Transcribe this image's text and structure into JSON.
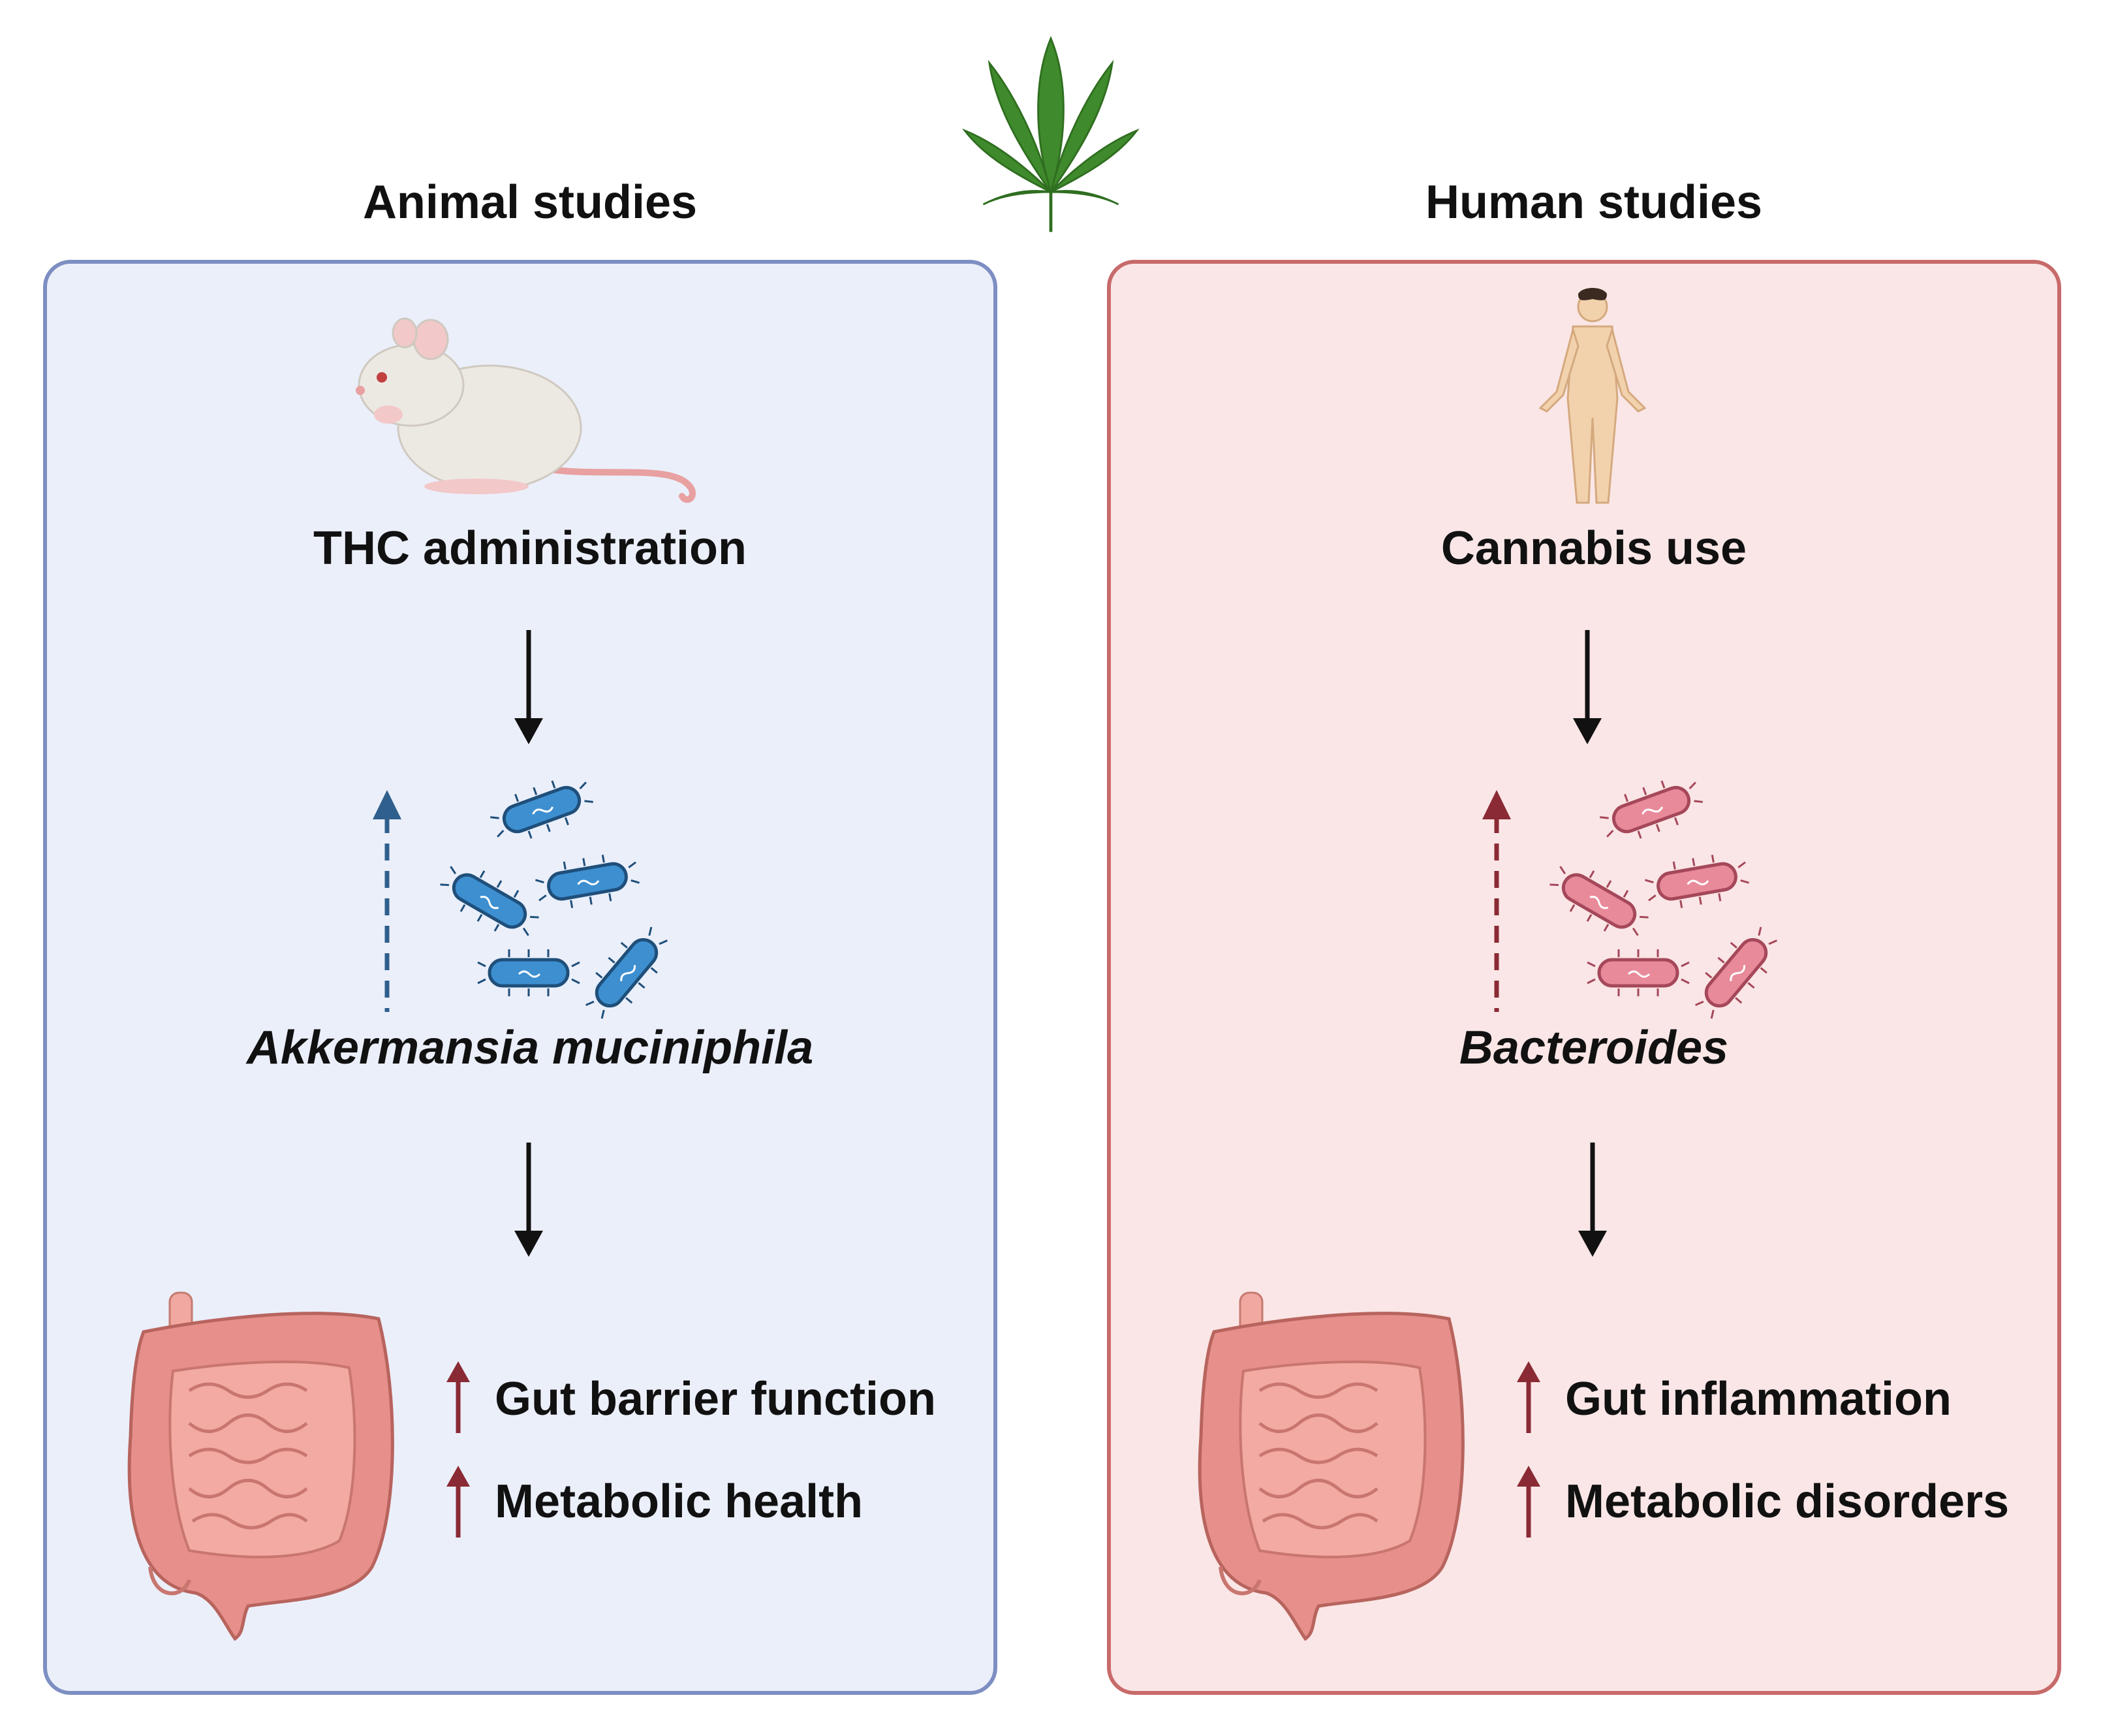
{
  "colors": {
    "animal_panel_bg": "#ebeffa",
    "animal_panel_border": "#7d8ec2",
    "human_panel_bg": "#fae6e6",
    "human_panel_border": "#c86a6a",
    "animal_bacteria": "#3d8fd0",
    "human_bacteria": "#e88a9a",
    "up_arrow": "#8a2a34",
    "leaf": "#3f8a2c"
  },
  "icons": [
    "cannabis-leaf-icon",
    "mouse-icon",
    "human-figure-icon",
    "bacteria-icon",
    "intestine-icon",
    "arrow-down-icon",
    "arrow-up-icon"
  ],
  "animal": {
    "heading": "Animal studies",
    "intervention": "THC administration",
    "microbe": "Akkermansia muciniphila",
    "outcomes": [
      "Gut barrier function",
      "Metabolic health"
    ]
  },
  "human": {
    "heading": "Human studies",
    "intervention": "Cannabis use",
    "microbe": "Bacteroides",
    "outcomes": [
      "Gut inflammation",
      "Metabolic disorders"
    ]
  }
}
